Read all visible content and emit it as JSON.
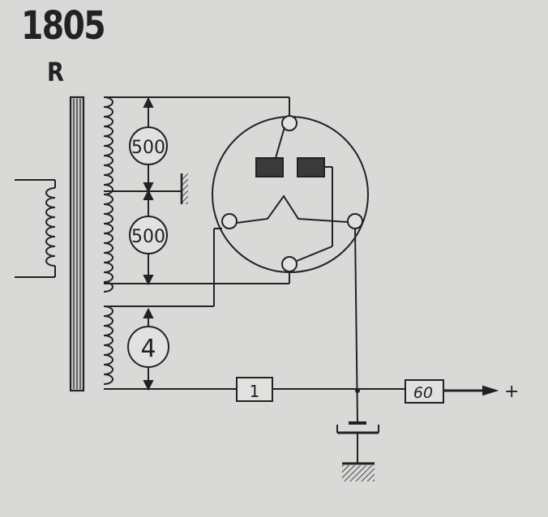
{
  "header": {
    "tube_type": "1805",
    "tube_suffix": "R"
  },
  "labels": {
    "hv_upper": "500",
    "hv_lower": "500",
    "heater": "4",
    "series_resistor": "1",
    "choke": "60",
    "output_polarity": "+"
  },
  "colors": {
    "background": "#d9dad7",
    "ink": "#222222",
    "anode_fill": "#3a3a3a"
  }
}
